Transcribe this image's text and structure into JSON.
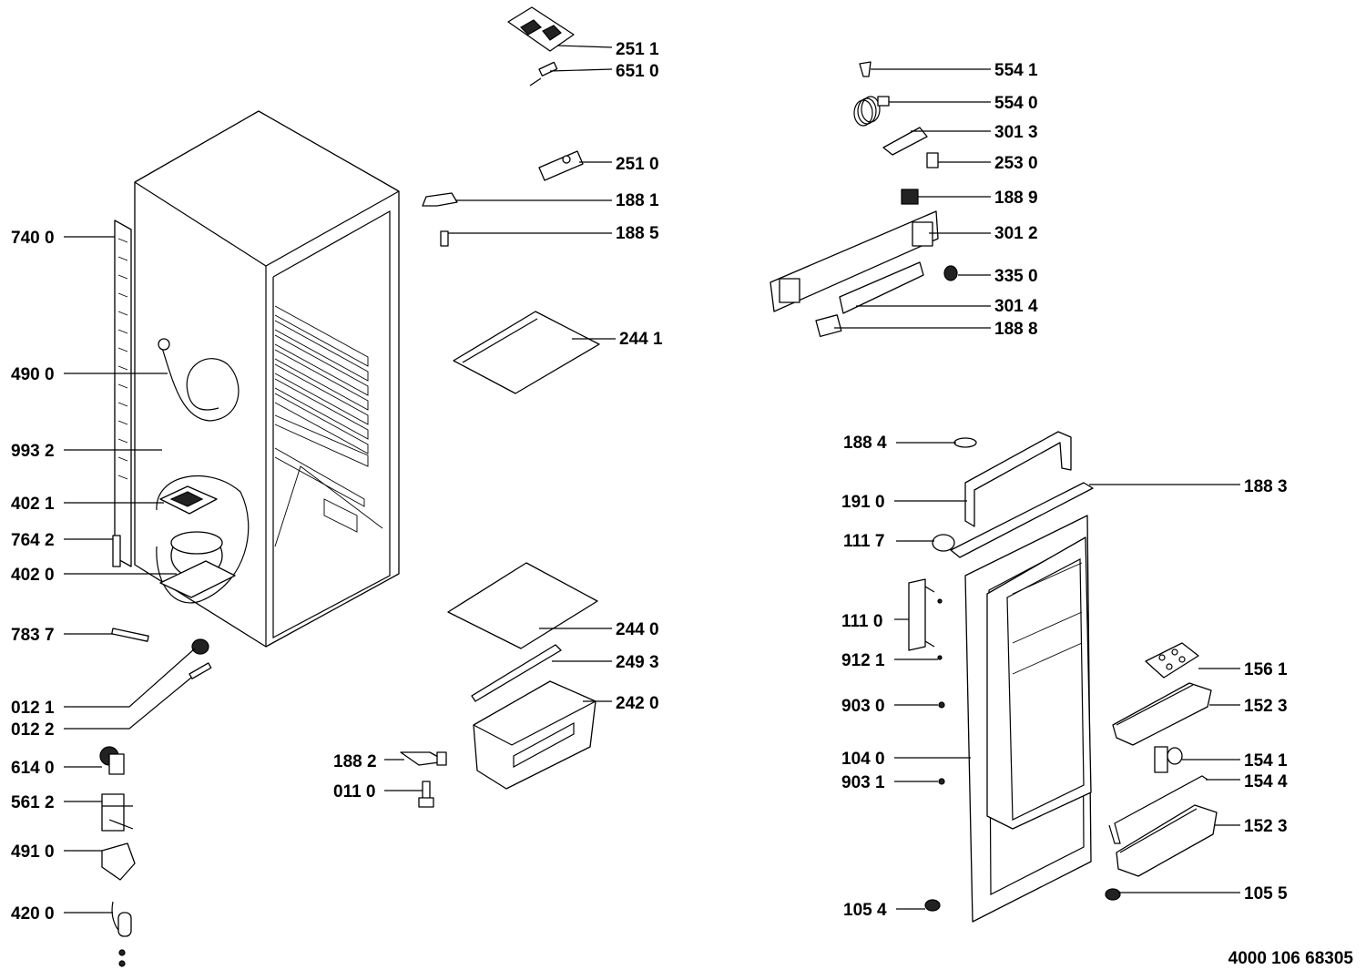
{
  "diagram": {
    "reference_number": "4000 106 68305",
    "part_labels": [
      "251 1",
      "651 0",
      "251 0",
      "188 1",
      "188 5",
      "244 1",
      "244 0",
      "249 3",
      "242 0",
      "188 2",
      "011 0",
      "740 0",
      "490 0",
      "993 2",
      "402 1",
      "764 2",
      "402 0",
      "783 7",
      "012 1",
      "012 2",
      "614 0",
      "561 2",
      "491 0",
      "420 0",
      "554 1",
      "554 0",
      "301 3",
      "253 0",
      "188 9",
      "301 2",
      "335 0",
      "301 4",
      "188 8",
      "188 4",
      "191 0",
      "111 7",
      "111 0",
      "912 1",
      "903 0",
      "104 0",
      "903 1",
      "105 4",
      "188 3",
      "156 1",
      "152 3",
      "154 1",
      "154 4",
      "152 3",
      "105 5"
    ]
  }
}
